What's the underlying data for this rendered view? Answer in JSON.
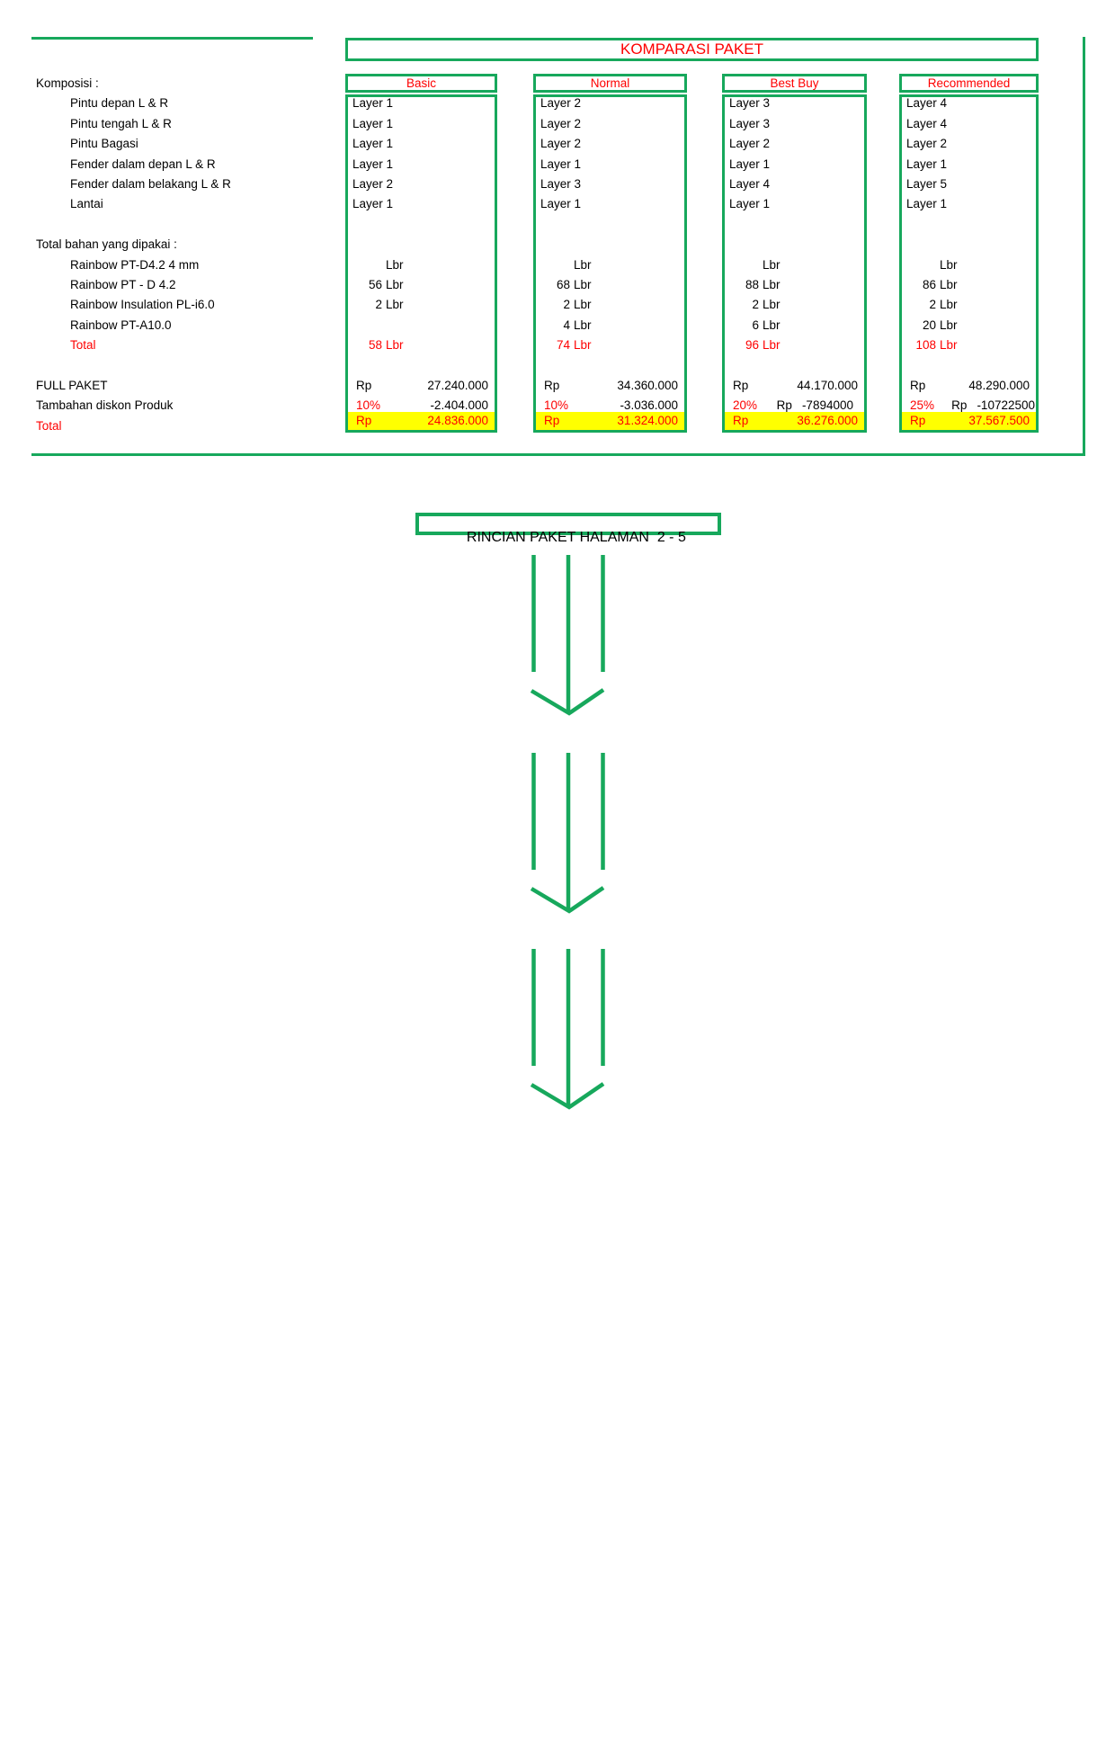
{
  "page": {
    "title": "KOMPARASI PAKET",
    "rincian_label": "RINCIAN PAKET HALAMAN  2 - 5"
  },
  "colors": {
    "green": "#17a85c",
    "red": "#fe0000",
    "highlight_yellow": "#ffff00",
    "text": "#000000"
  },
  "left_column": {
    "komposisi_label": "Komposisi :",
    "komposisi_items": [
      "Pintu depan L & R",
      "Pintu tengah L & R",
      "Pintu Bagasi",
      "Fender dalam depan L & R",
      "Fender dalam belakang L & R",
      "Lantai"
    ],
    "bahan_label": "Total bahan yang dipakai :",
    "bahan_items": [
      "Rainbow PT-D4.2 4 mm",
      "Rainbow PT - D 4.2",
      "Rainbow Insulation PL-i6.0",
      "Rainbow PT-A10.0"
    ],
    "bahan_total_label": "Total",
    "full_paket_label": "FULL PAKET",
    "diskon_label": "Tambahan diskon Produk",
    "grand_total_label": "Total"
  },
  "packages": [
    {
      "name": "Basic",
      "layers": [
        "Layer 1",
        "Layer 1",
        "Layer 1",
        "Layer 1",
        "Layer 2",
        "Layer 1"
      ],
      "materials": [
        {
          "qty": "",
          "unit": "Lbr"
        },
        {
          "qty": "56",
          "unit": "Lbr"
        },
        {
          "qty": "2",
          "unit": "Lbr"
        },
        {
          "qty": "",
          "unit": ""
        }
      ],
      "materials_total": {
        "qty": "58",
        "unit": "Lbr"
      },
      "full_paket": {
        "currency": "Rp",
        "amount": "27.240.000"
      },
      "diskon": {
        "percent": "10%",
        "currency": "",
        "amount": "-2.404.000"
      },
      "grand_total": {
        "currency": "Rp",
        "amount": "24.836.000"
      }
    },
    {
      "name": "Normal",
      "layers": [
        "Layer 2",
        "Layer 2",
        "Layer 2",
        "Layer 1",
        "Layer 3",
        "Layer 1"
      ],
      "materials": [
        {
          "qty": "",
          "unit": "Lbr"
        },
        {
          "qty": "68",
          "unit": "Lbr"
        },
        {
          "qty": "2",
          "unit": "Lbr"
        },
        {
          "qty": "4",
          "unit": "Lbr"
        }
      ],
      "materials_total": {
        "qty": "74",
        "unit": "Lbr"
      },
      "full_paket": {
        "currency": "Rp",
        "amount": "34.360.000"
      },
      "diskon": {
        "percent": "10%",
        "currency": "",
        "amount": "-3.036.000"
      },
      "grand_total": {
        "currency": "Rp",
        "amount": "31.324.000"
      }
    },
    {
      "name": "Best Buy",
      "layers": [
        "Layer 3",
        "Layer 3",
        "Layer 2",
        "Layer 1",
        "Layer 4",
        "Layer 1"
      ],
      "materials": [
        {
          "qty": "",
          "unit": "Lbr"
        },
        {
          "qty": "88",
          "unit": "Lbr"
        },
        {
          "qty": "2",
          "unit": "Lbr"
        },
        {
          "qty": "6",
          "unit": "Lbr"
        }
      ],
      "materials_total": {
        "qty": "96",
        "unit": "Lbr"
      },
      "full_paket": {
        "currency": "Rp",
        "amount": "44.170.000"
      },
      "diskon": {
        "percent": "20%",
        "currency": "Rp",
        "amount": "-7894000"
      },
      "grand_total": {
        "currency": "Rp",
        "amount": "36.276.000"
      }
    },
    {
      "name": "Recommended",
      "layers": [
        "Layer 4",
        "Layer 4",
        "Layer 2",
        "Layer 1",
        "Layer 5",
        "Layer 1"
      ],
      "materials": [
        {
          "qty": "",
          "unit": "Lbr"
        },
        {
          "qty": "86",
          "unit": "Lbr"
        },
        {
          "qty": "2",
          "unit": "Lbr"
        },
        {
          "qty": "20",
          "unit": "Lbr"
        }
      ],
      "materials_total": {
        "qty": "108",
        "unit": "Lbr"
      },
      "full_paket": {
        "currency": "Rp",
        "amount": "48.290.000"
      },
      "diskon": {
        "percent": "25%",
        "currency": "Rp",
        "amount": "-10722500"
      },
      "grand_total": {
        "currency": "Rp",
        "amount": "37.567.500"
      }
    }
  ]
}
